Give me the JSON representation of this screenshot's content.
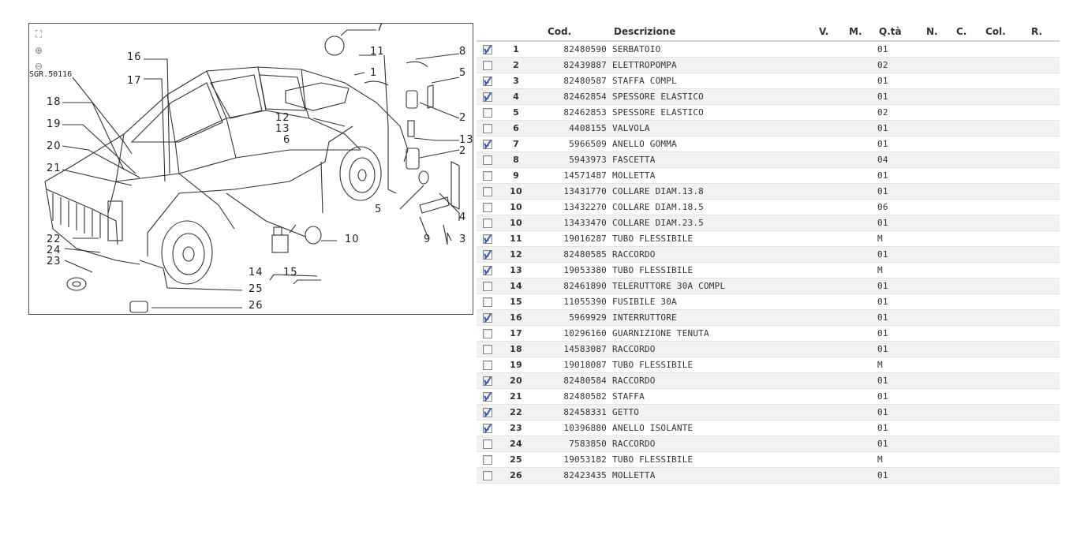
{
  "diagram": {
    "ref_code": "SGR.50116",
    "callouts": [
      "7",
      "11",
      "1",
      "8",
      "5",
      "16",
      "17",
      "2",
      "12",
      "13",
      "13",
      "6",
      "2",
      "18",
      "19",
      "20",
      "21",
      "4",
      "5",
      "9",
      "3",
      "10",
      "22",
      "24",
      "23",
      "14",
      "15",
      "25",
      "26"
    ],
    "tools": {
      "fit": "fit-icon",
      "zoom_in": "zoom-in-icon",
      "zoom_out": "zoom-out-icon"
    }
  },
  "table": {
    "headers": {
      "select": "",
      "num": "",
      "code": "Cod.",
      "desc": "Descrizione",
      "v": "V.",
      "m": "M.",
      "qty": "Q.tà",
      "n": "N.",
      "c": "C.",
      "col": "Col.",
      "r": "R."
    },
    "rows": [
      {
        "checked": true,
        "num": "1",
        "code": "82480590",
        "desc": "SERBATOIO",
        "qty": "01"
      },
      {
        "checked": false,
        "num": "2",
        "code": "82439887",
        "desc": "ELETTROPOMPA",
        "qty": "02"
      },
      {
        "checked": true,
        "num": "3",
        "code": "82480587",
        "desc": "STAFFA COMPL",
        "qty": "01"
      },
      {
        "checked": true,
        "num": "4",
        "code": "82462854",
        "desc": "SPESSORE ELASTICO",
        "qty": "01"
      },
      {
        "checked": false,
        "num": "5",
        "code": "82462853",
        "desc": "SPESSORE ELASTICO",
        "qty": "02"
      },
      {
        "checked": false,
        "num": "6",
        "code": "4408155",
        "desc": "VALVOLA",
        "qty": "01"
      },
      {
        "checked": true,
        "num": "7",
        "code": "5966509",
        "desc": "ANELLO GOMMA",
        "qty": "01"
      },
      {
        "checked": false,
        "num": "8",
        "code": "5943973",
        "desc": "FASCETTA",
        "qty": "04"
      },
      {
        "checked": false,
        "num": "9",
        "code": "14571487",
        "desc": "MOLLETTA",
        "qty": "01"
      },
      {
        "checked": false,
        "num": "10",
        "code": "13431770",
        "desc": "COLLARE DIAM.13.8",
        "qty": "01"
      },
      {
        "checked": false,
        "num": "10",
        "code": "13432270",
        "desc": "COLLARE DIAM.18.5",
        "qty": "06"
      },
      {
        "checked": false,
        "num": "10",
        "code": "13433470",
        "desc": "COLLARE DIAM.23.5",
        "qty": "01"
      },
      {
        "checked": true,
        "num": "11",
        "code": "19016287",
        "desc": "TUBO FLESSIBILE",
        "qty": "M"
      },
      {
        "checked": true,
        "num": "12",
        "code": "82480585",
        "desc": "RACCORDO",
        "qty": "01"
      },
      {
        "checked": true,
        "num": "13",
        "code": "19053380",
        "desc": "TUBO FLESSIBILE",
        "qty": "M"
      },
      {
        "checked": false,
        "num": "14",
        "code": "82461890",
        "desc": "TELERUTTORE 30A COMPL",
        "qty": "01"
      },
      {
        "checked": false,
        "num": "15",
        "code": "11055390",
        "desc": "FUSIBILE 30A",
        "qty": "01"
      },
      {
        "checked": true,
        "num": "16",
        "code": "5969929",
        "desc": "INTERRUTTORE",
        "qty": "01"
      },
      {
        "checked": false,
        "num": "17",
        "code": "10296160",
        "desc": "GUARNIZIONE TENUTA",
        "qty": "01"
      },
      {
        "checked": false,
        "num": "18",
        "code": "14583087",
        "desc": "RACCORDO",
        "qty": "01"
      },
      {
        "checked": false,
        "num": "19",
        "code": "19018087",
        "desc": "TUBO FLESSIBILE",
        "qty": "M"
      },
      {
        "checked": true,
        "num": "20",
        "code": "82480584",
        "desc": "RACCORDO",
        "qty": "01"
      },
      {
        "checked": true,
        "num": "21",
        "code": "82480582",
        "desc": "STAFFA",
        "qty": "01"
      },
      {
        "checked": true,
        "num": "22",
        "code": "82458331",
        "desc": "GETTO",
        "qty": "01"
      },
      {
        "checked": true,
        "num": "23",
        "code": "10396880",
        "desc": "ANELLO ISOLANTE",
        "qty": "01"
      },
      {
        "checked": false,
        "num": "24",
        "code": "7583850",
        "desc": "RACCORDO",
        "qty": "01"
      },
      {
        "checked": false,
        "num": "25",
        "code": "19053182",
        "desc": "TUBO FLESSIBILE",
        "qty": "M"
      },
      {
        "checked": false,
        "num": "26",
        "code": "82423435",
        "desc": "MOLLETTA",
        "qty": "01"
      }
    ]
  }
}
